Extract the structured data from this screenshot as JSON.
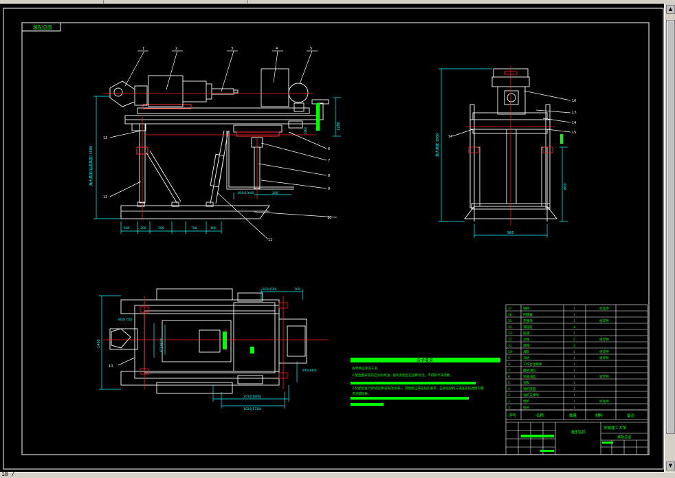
{
  "window": {
    "frame_label": "装配总图",
    "status_text": "18 /"
  },
  "colors": {
    "background": "#000000",
    "outline": "#ffffff",
    "center_line": "#ff2020",
    "dimension": "#00ffff",
    "leader": "#ffffff",
    "table_text": "#00ff00",
    "highlight": "#00ff00",
    "part": "#e8e8e8"
  },
  "front_view": {
    "callouts": [
      {
        "num": "1"
      },
      {
        "num": "2"
      },
      {
        "num": "3"
      },
      {
        "num": "4"
      },
      {
        "num": "5"
      },
      {
        "num": "6"
      },
      {
        "num": "7"
      },
      {
        "num": "8"
      },
      {
        "num": "9"
      },
      {
        "num": "10"
      },
      {
        "num": "11"
      },
      {
        "num": "13"
      },
      {
        "num": "12"
      }
    ],
    "dims": {
      "overall_height": "最大高度(钻进高度) 3580",
      "right_height": "1280",
      "rail_width": "1460",
      "table_a": "850(1040)",
      "table_b": "200",
      "bottom_1": "600",
      "bottom_2": "260",
      "bottom_3": "500",
      "bottom_4": "700",
      "bottom_5": "400"
    }
  },
  "side_view": {
    "callouts": [
      {
        "num": "16"
      },
      {
        "num": "17"
      },
      {
        "num": "14"
      },
      {
        "num": "15"
      },
      {
        "num": "14"
      }
    ],
    "dims": {
      "height": "最大高度 1880",
      "lower": "800",
      "width": "960"
    }
  },
  "top_view": {
    "callouts": [
      {
        "num": "10"
      }
    ],
    "dims": {
      "width_overall": "1400",
      "top_a": "650(530)",
      "top_b": "160",
      "left_a": "800(750)",
      "left_b": "470(400)",
      "right_a": "870(810)",
      "bottom_a": "2010(1800)",
      "bottom_b": "1620(1730)"
    }
  },
  "tech_requirements": {
    "title": "技术要求",
    "lines": [
      "各零件应清洗干净。",
      "2.配合面安装前应涂润滑油，钻机装配后应运转灵活，不得有卡滞现象。",
      "3.装配后进行调试运转(空载及负载)，其性能应满足钻孔要求，应保证钻机与液压系统连接可靠",
      "无泄漏现象。"
    ]
  },
  "bom": {
    "rows": [
      {
        "no": "17",
        "name": "钻杆",
        "qty": "1",
        "mat": "",
        "note": "标准件"
      },
      {
        "no": "16",
        "name": "回转器",
        "qty": "1",
        "mat": "",
        "note": ""
      },
      {
        "no": "15",
        "name": "支撑架",
        "qty": "1",
        "mat": "",
        "note": "组焊件"
      },
      {
        "no": "14",
        "name": "液压缸",
        "qty": "4",
        "mat": "",
        "note": ""
      },
      {
        "no": "13",
        "name": "底座",
        "qty": "1",
        "mat": "",
        "note": ""
      },
      {
        "no": "12",
        "name": "立柱",
        "qty": "2",
        "mat": "",
        "note": "组焊件"
      },
      {
        "no": "11",
        "name": "斜撑",
        "qty": "2",
        "mat": "",
        "note": ""
      },
      {
        "no": "10",
        "name": "滑轨",
        "qty": "1",
        "mat": "",
        "note": "组焊件"
      },
      {
        "no": "9",
        "name": "马达",
        "qty": "1",
        "mat": "",
        "note": "组焊件"
      },
      {
        "no": "8",
        "name": "工作台连接板",
        "qty": "1",
        "mat": "",
        "note": ""
      },
      {
        "no": "7",
        "name": "推进油缸",
        "qty": "1",
        "mat": "",
        "note": ""
      },
      {
        "no": "6",
        "name": "调角油缸",
        "qty": "1",
        "mat": "",
        "note": "组焊件"
      },
      {
        "no": "5",
        "name": "油泵",
        "qty": "1",
        "mat": "",
        "note": ""
      },
      {
        "no": "4",
        "name": "钻机底盘",
        "qty": "1",
        "mat": "",
        "note": ""
      },
      {
        "no": "3",
        "name": "钻机支撑架",
        "qty": "1",
        "mat": "",
        "note": ""
      },
      {
        "no": "2",
        "name": "电机",
        "qty": "1",
        "mat": "",
        "note": "标准件"
      },
      {
        "no": "1",
        "name": "钻头",
        "qty": "1",
        "mat": "",
        "note": ""
      }
    ],
    "header": {
      "no": "序号",
      "name": "名称",
      "qty": "数量",
      "mat": "材料",
      "note": "备注"
    },
    "title_block": {
      "school": "安徽理工大学",
      "drawing_name": "液压钻机",
      "drawing_no": "装配总图"
    }
  }
}
